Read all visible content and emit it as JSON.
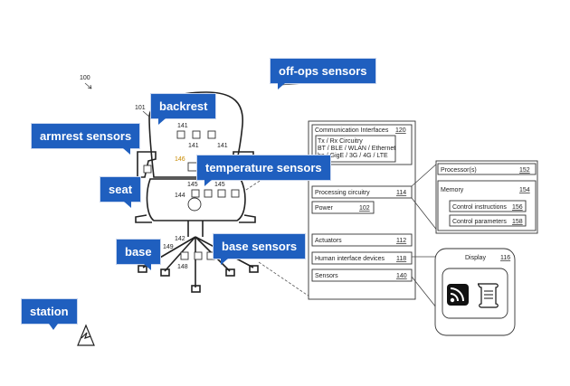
{
  "callouts": {
    "off_ops": "off-ops sensors",
    "backrest": "backrest",
    "armrest": "armrest sensors",
    "temperature": "temperature sensors",
    "seat": "seat",
    "base": "base",
    "base_sensors": "base sensors",
    "station": "station"
  },
  "refs": {
    "r100": "100",
    "r101": "101",
    "r141a": "141",
    "r141b": "141",
    "r141c": "141",
    "r146": "146",
    "r145a": "145",
    "r145b": "145",
    "r144": "144",
    "r142": "142",
    "r149": "149",
    "r148": "148"
  },
  "system": {
    "comm_label": "Communication Interfaces",
    "comm_num": "120",
    "comm_lines": [
      "Tx / Rx Circuitry",
      "BT / BLE / WLAN / Ethernet",
      "be / GigE / 3G / 4G / LTE"
    ],
    "processing_label": "Processing circuitry",
    "processing_num": "114",
    "power_label": "Power",
    "power_num": "102",
    "actuators_label": "Actuators",
    "actuators_num": "112",
    "hid_label": "Human interface devices",
    "hid_num": "118",
    "sensors_label": "Sensors",
    "sensors_num": "140",
    "processor_label": "Processor(s)",
    "processor_num": "152",
    "memory_label": "Memory",
    "memory_num": "154",
    "control_instr_label": "Control instructions",
    "control_instr_num": "156",
    "control_params_label": "Control parameters",
    "control_params_num": "158",
    "display_label": "Display",
    "display_num": "116"
  },
  "icons": {
    "rss": "rss-icon",
    "scroll": "scroll-icon",
    "station": "station-icon"
  }
}
